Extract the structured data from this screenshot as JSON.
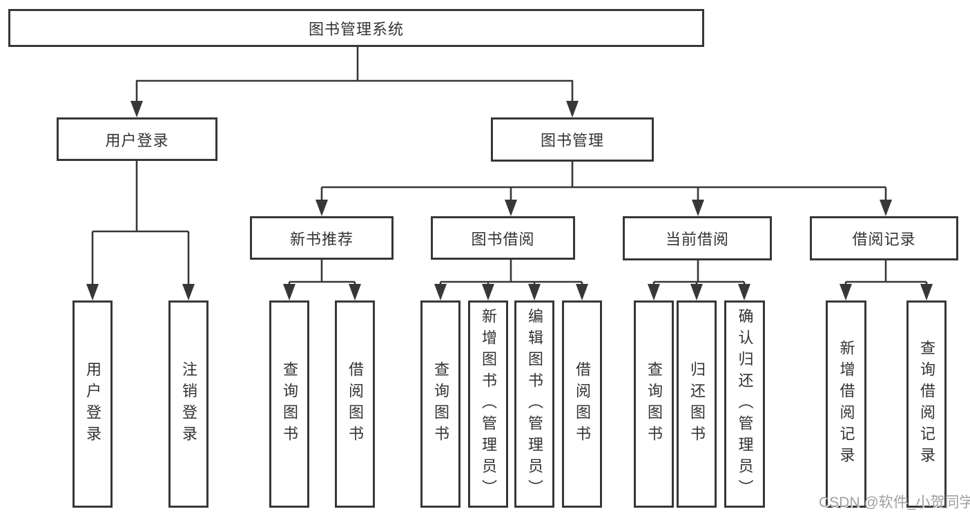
{
  "watermark": "CSDN @软件_小贺同学",
  "colors": {
    "background": "#ffffff",
    "line": "#373737",
    "box_border": "#373737",
    "text": "#333333",
    "watermark": "#9f9f9f"
  },
  "tree": {
    "label": "图书管理系统",
    "children": [
      {
        "label": "用户登录",
        "children": [
          {
            "label": "用户登录"
          },
          {
            "label": "注销登录"
          }
        ]
      },
      {
        "label": "图书管理",
        "children": [
          {
            "label": "新书推荐",
            "children": [
              {
                "label": "查询图书"
              },
              {
                "label": "借阅图书"
              }
            ]
          },
          {
            "label": "图书借阅",
            "children": [
              {
                "label": "查询图书"
              },
              {
                "label": "新增图书（管理员）"
              },
              {
                "label": "编辑图书（管理员）"
              },
              {
                "label": "借阅图书"
              }
            ]
          },
          {
            "label": "当前借阅",
            "children": [
              {
                "label": "查询图书"
              },
              {
                "label": "归还图书"
              },
              {
                "label": "确认归还（管理员）"
              }
            ]
          },
          {
            "label": "借阅记录",
            "children": [
              {
                "label": "新增借阅记录"
              },
              {
                "label": "查询借阅记录"
              }
            ]
          }
        ]
      }
    ]
  }
}
